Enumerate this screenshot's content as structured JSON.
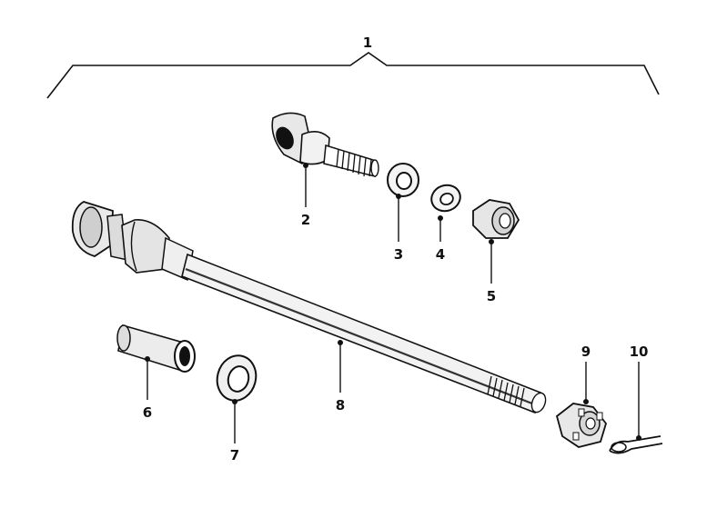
{
  "diagram": {
    "ink_color": "#111111",
    "background": "#ffffff",
    "callouts": {
      "c1": "1",
      "c2": "2",
      "c3": "3",
      "c4": "4",
      "c5": "5",
      "c6": "6",
      "c7": "7",
      "c8": "8",
      "c9": "9",
      "c10": "10"
    }
  }
}
